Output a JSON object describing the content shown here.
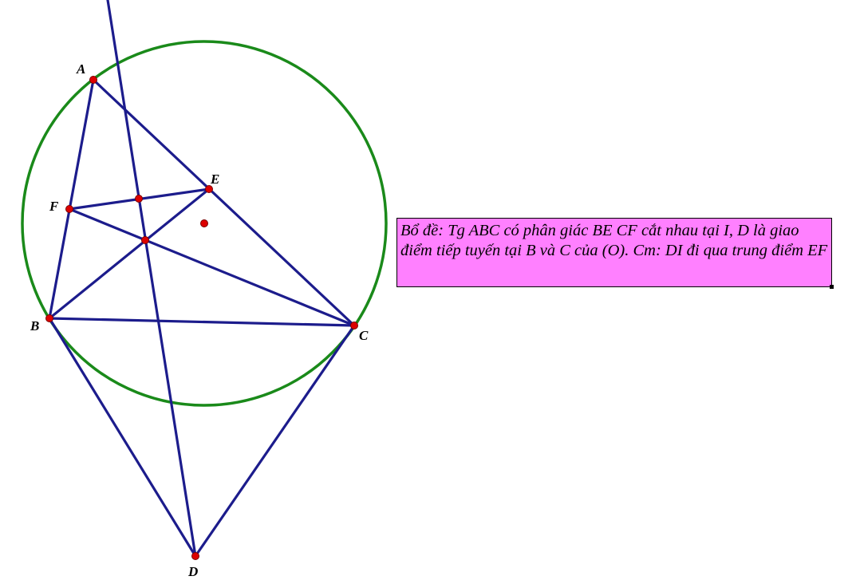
{
  "colors": {
    "circle": "#1a8a1a",
    "segments": "#1c1c8c",
    "points": "#dd0000",
    "note_bg": "#ff80ff"
  },
  "labels": {
    "A": "A",
    "B": "B",
    "C": "C",
    "D": "D",
    "E": "E",
    "F": "F"
  },
  "note": {
    "text": "Bổ đề: Tg ABC có phân giác BE CF cắt nhau tại I, D là giao điểm tiếp tuyến tại B và C của (O). Cm: DI đi qua trung điểm EF"
  }
}
